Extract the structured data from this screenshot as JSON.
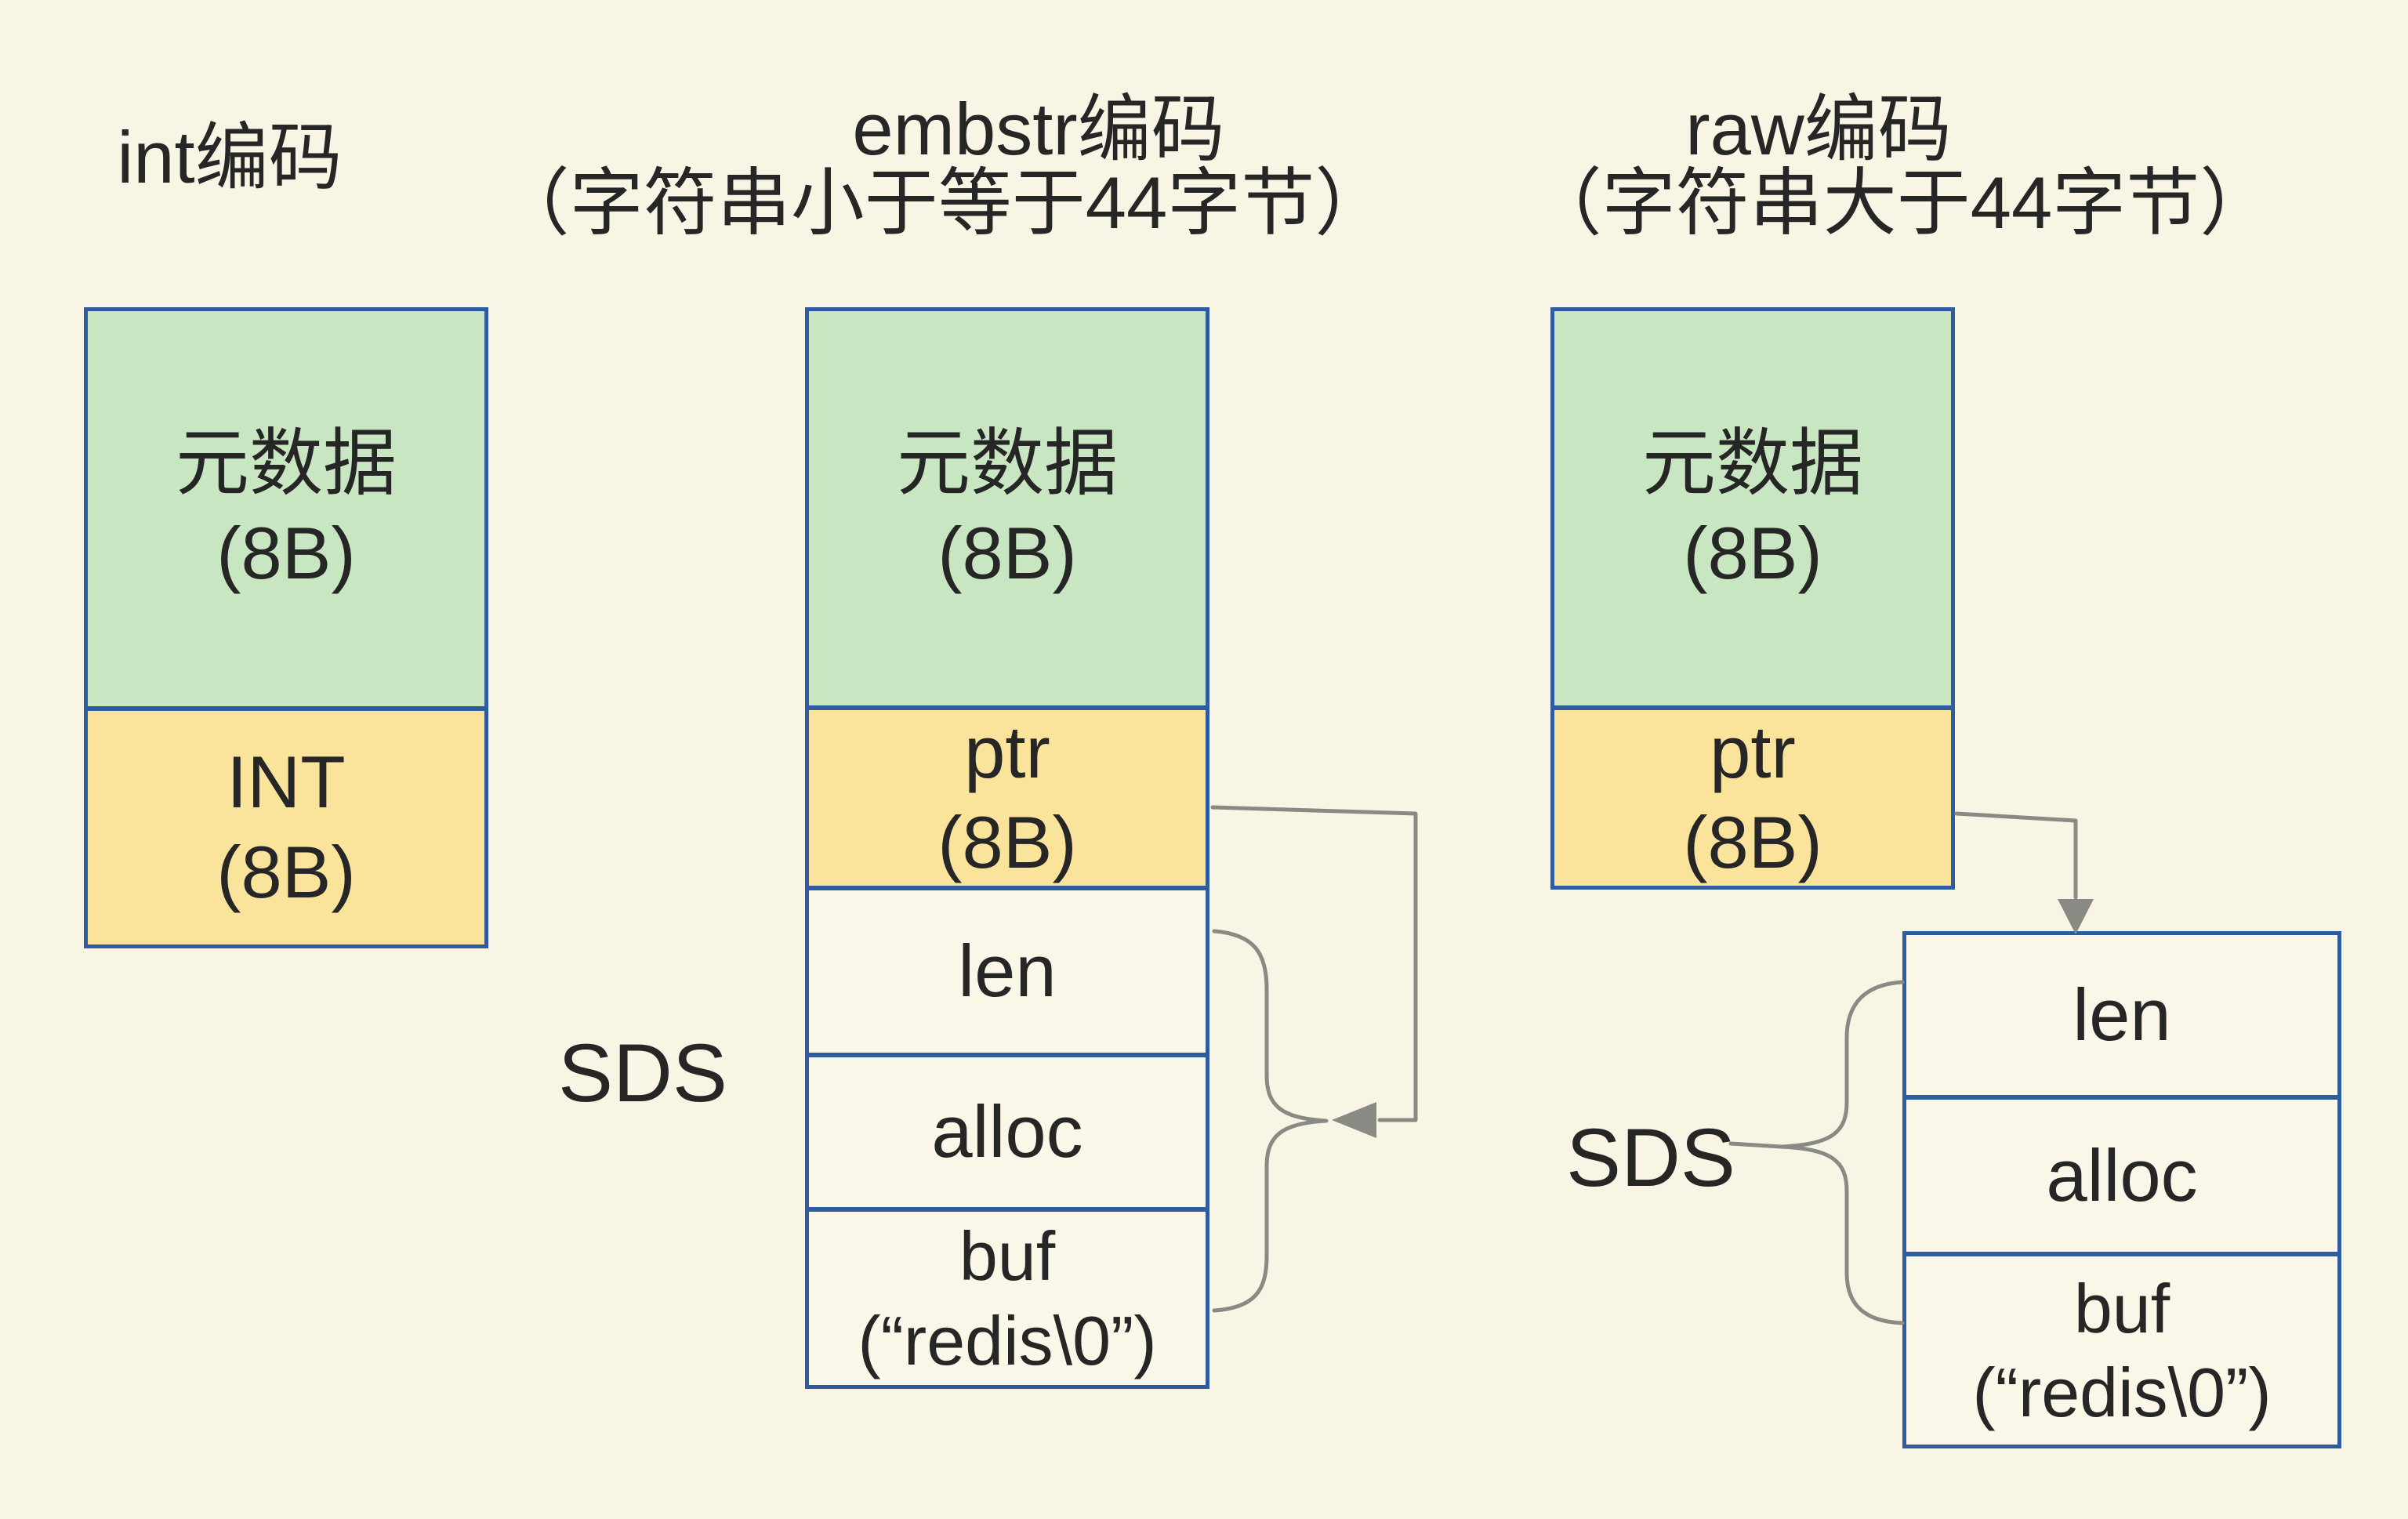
{
  "titles": {
    "int": "int编码",
    "embstr_line1": "embstr编码",
    "embstr_line2": "（字符串小于等于44字节）",
    "raw_line1": "raw编码",
    "raw_line2": "（字符串大于44字节）"
  },
  "boxes": {
    "int_metadata": {
      "label": "元数据",
      "size": "(8B)"
    },
    "int_int": {
      "label": "INT",
      "size": "(8B)"
    },
    "embstr_metadata": {
      "label": "元数据",
      "size": "(8B)"
    },
    "embstr_ptr": {
      "label": "ptr",
      "size": "(8B)"
    },
    "embstr_len": {
      "label": "len"
    },
    "embstr_alloc": {
      "label": "alloc"
    },
    "embstr_buf": {
      "label": "buf",
      "size": "(“redis\\0”)"
    },
    "raw_metadata": {
      "label": "元数据",
      "size": "(8B)"
    },
    "raw_ptr": {
      "label": "ptr",
      "size": "(8B)"
    },
    "raw_len": {
      "label": "len"
    },
    "raw_alloc": {
      "label": "alloc"
    },
    "raw_buf": {
      "label": "buf",
      "size": "(“redis\\0”)"
    }
  },
  "labels": {
    "sds_embstr": "SDS",
    "sds_raw": "SDS"
  },
  "colors": {
    "background": "#f8f5e4",
    "metadata_green": "#c8e6c2",
    "pointer_yellow": "#fae49b",
    "plain_box": "#faf7e9",
    "box_border_blue": "#2e5c9e",
    "arrow_gray": "#8a8a85",
    "text": "#262626"
  }
}
